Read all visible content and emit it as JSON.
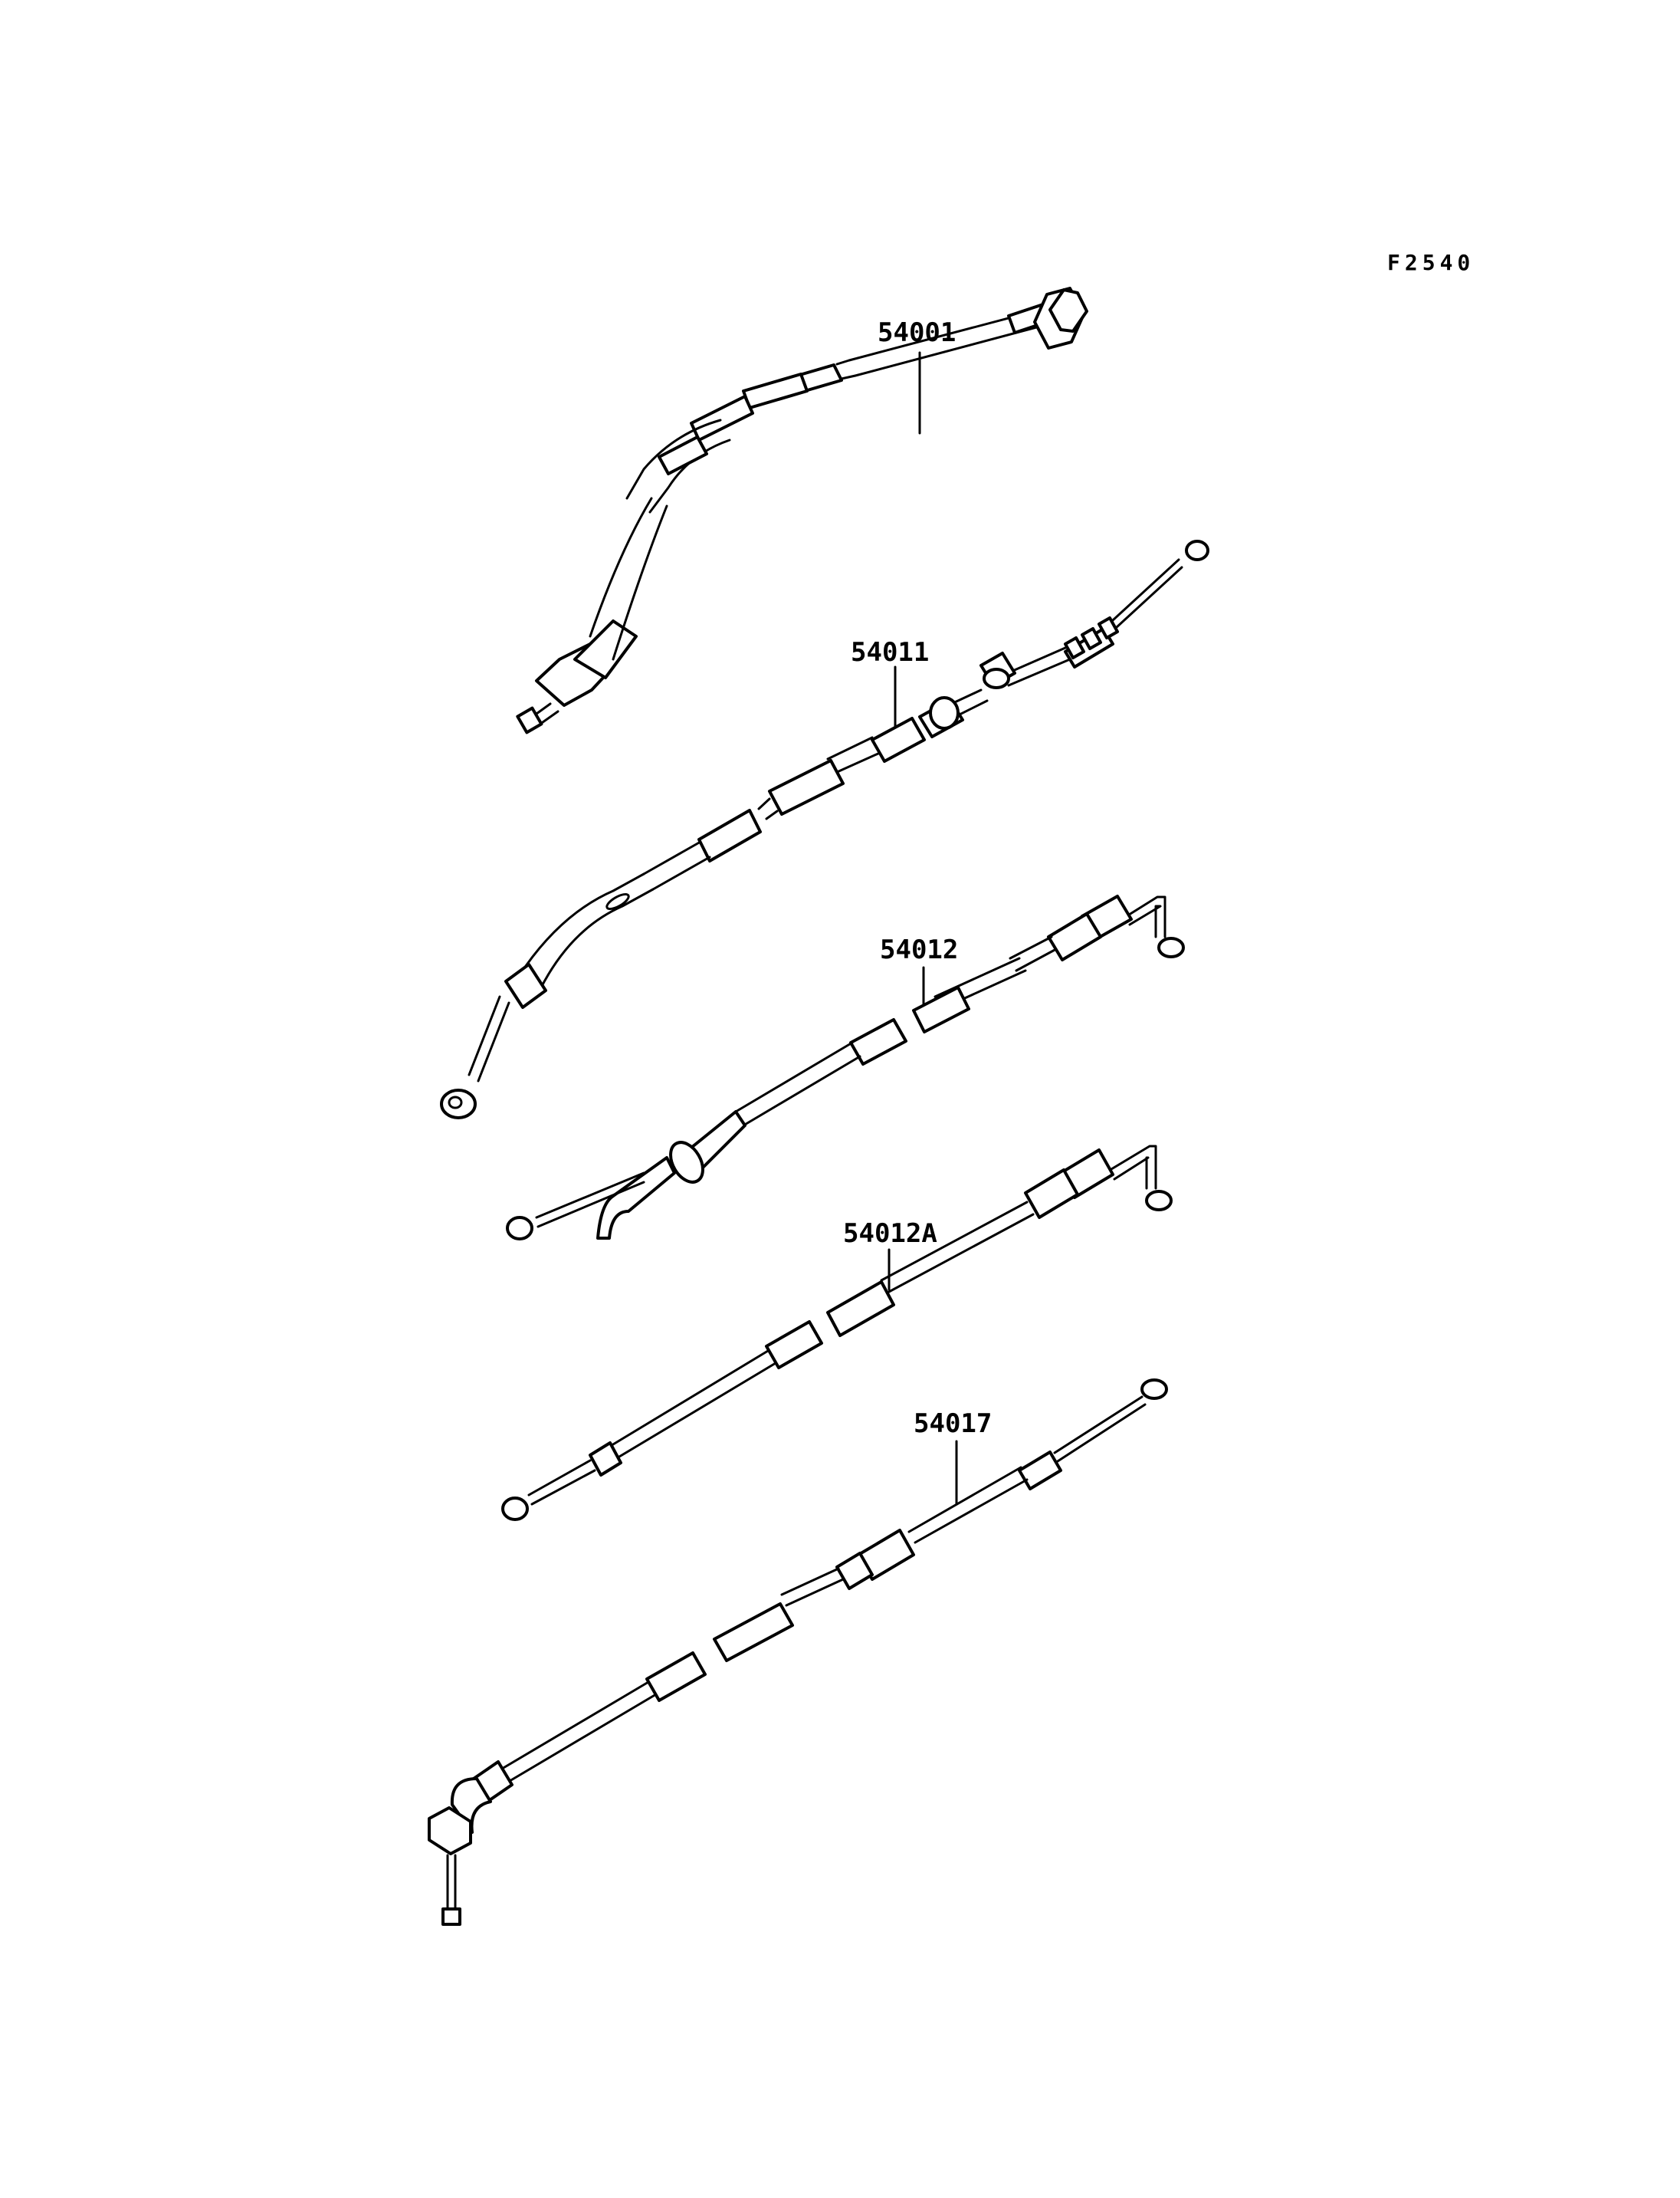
{
  "figure_code": "F2540",
  "parts": [
    {
      "id": "speedometer-cable",
      "label": "54001"
    },
    {
      "id": "clutch-cable",
      "label": "54011"
    },
    {
      "id": "throttle-cable-open",
      "label": "54012"
    },
    {
      "id": "throttle-cable-close",
      "label": "54012A"
    },
    {
      "id": "choke-cable",
      "label": "54017"
    }
  ]
}
